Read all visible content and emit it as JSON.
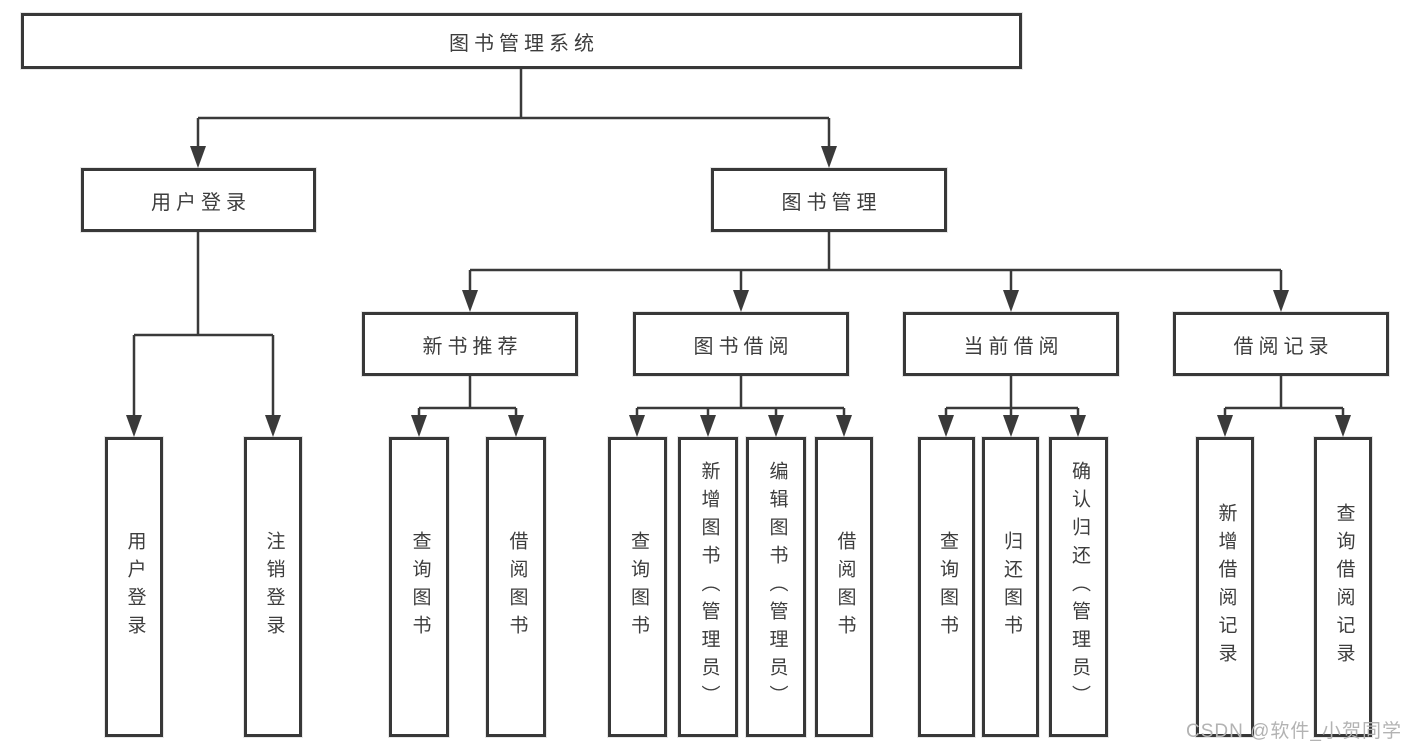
{
  "colors": {
    "line": "#3a3a3a",
    "text": "#3d3d3d",
    "watermark": "#b3b3b3",
    "background": "#ffffff"
  },
  "tree": {
    "root": {
      "label": "图书管理系统"
    },
    "branches": [
      {
        "label": "用户登录",
        "children": [
          {
            "label": "用户登录"
          },
          {
            "label": "注销登录"
          }
        ]
      },
      {
        "label": "图书管理",
        "children": [
          {
            "label": "新书推荐",
            "children": [
              {
                "label": "查询图书"
              },
              {
                "label": "借阅图书"
              }
            ]
          },
          {
            "label": "图书借阅",
            "children": [
              {
                "label": "查询图书"
              },
              {
                "label": "新增图书（管理员）"
              },
              {
                "label": "编辑图书（管理员）"
              },
              {
                "label": "借阅图书"
              }
            ]
          },
          {
            "label": "当前借阅",
            "children": [
              {
                "label": "查询图书"
              },
              {
                "label": "归还图书"
              },
              {
                "label": "确认归还（管理员）"
              }
            ]
          },
          {
            "label": "借阅记录",
            "children": [
              {
                "label": "新增借阅记录"
              },
              {
                "label": "查询借阅记录"
              }
            ]
          }
        ]
      }
    ]
  },
  "watermark": {
    "text": "CSDN @软件_小贺同学"
  }
}
